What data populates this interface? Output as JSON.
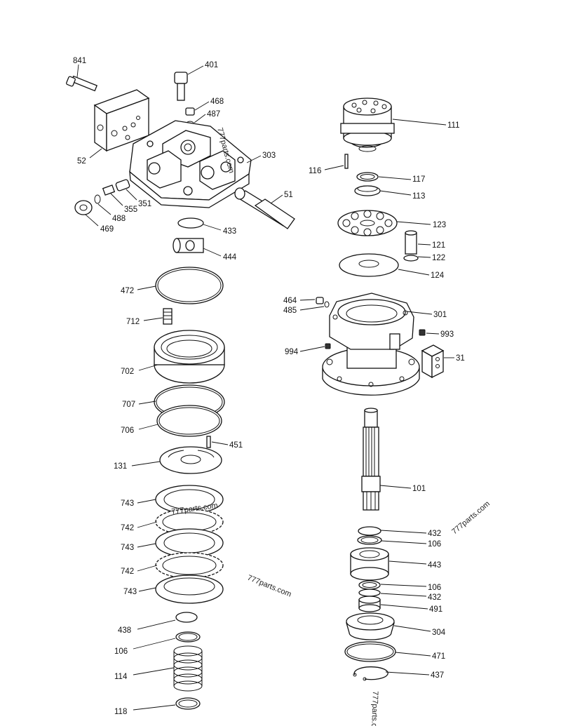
{
  "watermark": "777parts.com",
  "labels": {
    "l841": "841",
    "l401": "401",
    "l468": "468",
    "l487": "487",
    "l52": "52",
    "l303": "303",
    "l51": "51",
    "l351": "351",
    "l355": "355",
    "l488": "488",
    "l469": "469",
    "l433": "433",
    "l444": "444",
    "l472": "472",
    "l712": "712",
    "l702": "702",
    "l707": "707",
    "l706": "706",
    "l451": "451",
    "l131": "131",
    "l743a": "743",
    "l742a": "742",
    "l743b": "743",
    "l742b": "742",
    "l743c": "743",
    "l438": "438",
    "l106a": "106",
    "l114": "114",
    "l118": "118",
    "l111": "111",
    "l116": "116",
    "l117": "117",
    "l113": "113",
    "l123": "123",
    "l121": "121",
    "l122": "122",
    "l124": "124",
    "l464": "464",
    "l485": "485",
    "l301": "301",
    "l993": "993",
    "l994": "994",
    "l31": "31",
    "l101": "101",
    "l432a": "432",
    "l106b": "106",
    "l443": "443",
    "l106c": "106",
    "l432b": "432",
    "l491": "491",
    "l304": "304",
    "l471": "471",
    "l437": "437"
  }
}
